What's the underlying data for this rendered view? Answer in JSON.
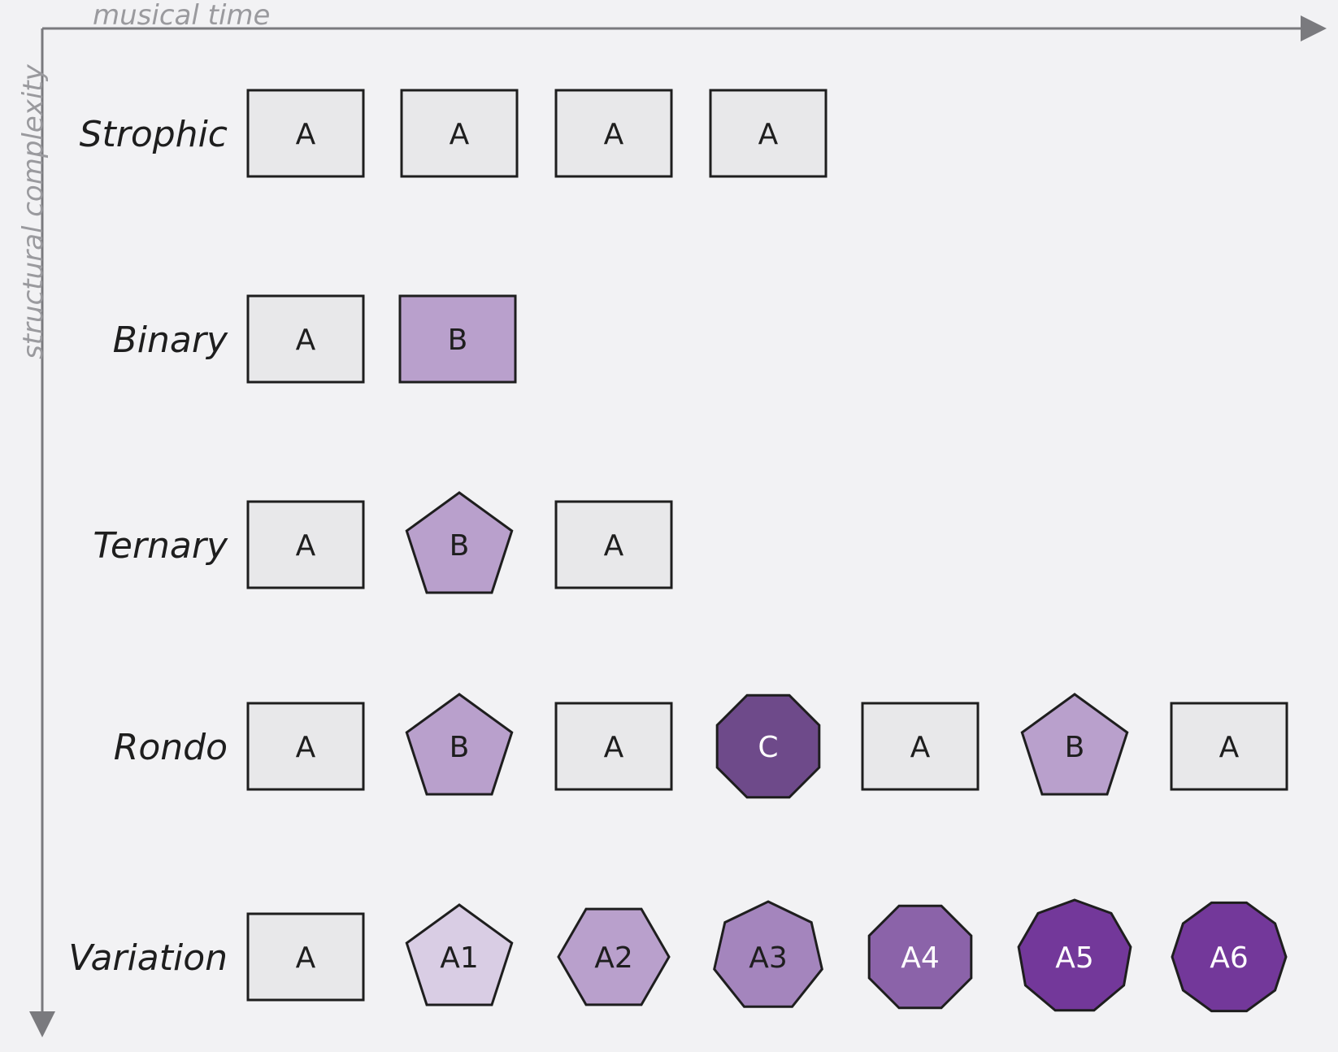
{
  "axes": {
    "x_label": "musical time",
    "y_label": "structural complexity"
  },
  "colors": {
    "plain": "#e8e8ea",
    "lavender_light": "#d9cde4",
    "lavender": "#b9a0cc",
    "purple_mid": "#a485bd",
    "purple": "#8b63a9",
    "purple_dark": "#6e4a8a",
    "purple_deep": "#73389a",
    "stroke": "#1e1e1e",
    "axis": "#7a7a7e"
  },
  "rows": [
    {
      "label": "Strophic",
      "items": [
        {
          "label": "A",
          "shape": "rect",
          "sides": 4,
          "fill": "plain"
        },
        {
          "label": "A",
          "shape": "rect",
          "sides": 4,
          "fill": "plain"
        },
        {
          "label": "A",
          "shape": "rect",
          "sides": 4,
          "fill": "plain"
        },
        {
          "label": "A",
          "shape": "rect",
          "sides": 4,
          "fill": "plain"
        }
      ]
    },
    {
      "label": "Binary",
      "items": [
        {
          "label": "A",
          "shape": "rect",
          "sides": 4,
          "fill": "plain"
        },
        {
          "label": "B",
          "shape": "rect",
          "sides": 4,
          "fill": "lavender"
        }
      ]
    },
    {
      "label": "Ternary",
      "items": [
        {
          "label": "A",
          "shape": "rect",
          "sides": 4,
          "fill": "plain"
        },
        {
          "label": "B",
          "shape": "polygon",
          "sides": 5,
          "fill": "lavender"
        },
        {
          "label": "A",
          "shape": "rect",
          "sides": 4,
          "fill": "plain"
        }
      ]
    },
    {
      "label": "Rondo",
      "items": [
        {
          "label": "A",
          "shape": "rect",
          "sides": 4,
          "fill": "plain"
        },
        {
          "label": "B",
          "shape": "polygon",
          "sides": 5,
          "fill": "lavender"
        },
        {
          "label": "A",
          "shape": "rect",
          "sides": 4,
          "fill": "plain"
        },
        {
          "label": "C",
          "shape": "polygon",
          "sides": 8,
          "fill": "purple_dark"
        },
        {
          "label": "A",
          "shape": "rect",
          "sides": 4,
          "fill": "plain"
        },
        {
          "label": "B",
          "shape": "polygon",
          "sides": 5,
          "fill": "lavender"
        },
        {
          "label": "A",
          "shape": "rect",
          "sides": 4,
          "fill": "plain"
        }
      ]
    },
    {
      "label": "Variation",
      "items": [
        {
          "label": "A",
          "shape": "rect",
          "sides": 4,
          "fill": "plain"
        },
        {
          "label": "A1",
          "shape": "polygon",
          "sides": 5,
          "fill": "lavender_light"
        },
        {
          "label": "A2",
          "shape": "polygon",
          "sides": 6,
          "fill": "lavender"
        },
        {
          "label": "A3",
          "shape": "polygon",
          "sides": 7,
          "fill": "purple_mid"
        },
        {
          "label": "A4",
          "shape": "polygon",
          "sides": 8,
          "fill": "purple"
        },
        {
          "label": "A5",
          "shape": "polygon",
          "sides": 9,
          "fill": "purple_deep"
        },
        {
          "label": "A6",
          "shape": "polygon",
          "sides": 10,
          "fill": "purple_deep"
        }
      ]
    }
  ]
}
